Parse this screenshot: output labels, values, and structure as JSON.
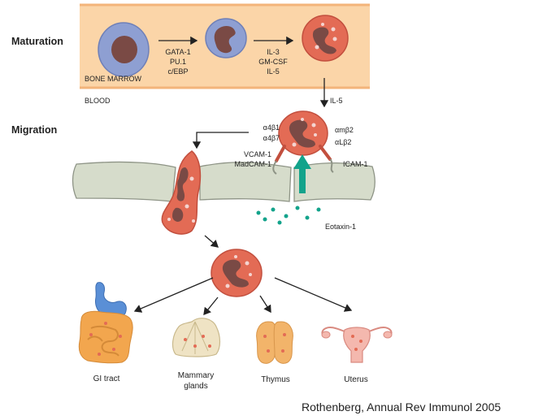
{
  "stages": {
    "maturation": "Maturation",
    "migration": "Migration"
  },
  "compartments": {
    "bone_marrow": "BONE MARROW",
    "blood": "BLOOD"
  },
  "factors": {
    "transcription": [
      "GATA-1",
      "PU.1",
      "c/EBP"
    ],
    "cytokines": [
      "IL-3",
      "GM-CSF",
      "IL-5"
    ],
    "il5": "IL-5"
  },
  "adhesion": {
    "integrins_left_1": "α4β1",
    "integrins_left_2": "α4β7",
    "integrins_right_1": "αmβ2",
    "integrins_right_2": "αLβ2",
    "ligands_left_1": "VCAM-1",
    "ligands_left_2": "MadCAM-1",
    "ligand_right": "ICAM-1",
    "chemokine": "Eotaxin-1"
  },
  "organs": {
    "gi_tract": "GI tract",
    "mammary_1": "Mammary",
    "mammary_2": "glands",
    "thymus": "Thymus",
    "uterus": "Uterus"
  },
  "citation": "Rothenberg, Annual Rev Immunol 2005",
  "colors": {
    "marrow_band": "#fbd5a8",
    "marrow_edge": "#f3b47a",
    "progenitor": "#8e9fd2",
    "eosinophil": "#e36b55",
    "nucleus": "#7a4a45",
    "endothelium": "#d6dccb",
    "eotaxin": "#13a38b"
  }
}
